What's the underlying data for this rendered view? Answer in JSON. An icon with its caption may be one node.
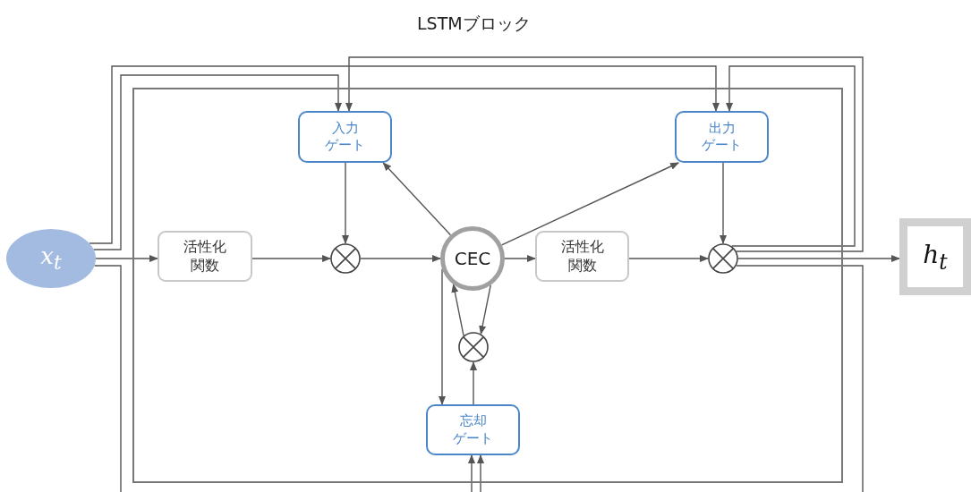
{
  "diagram": {
    "nodes": [
      {
        "text": [
          "LSTMブロック"
        ]
      },
      {
        "text": [
          "x$_{t}$"
        ]
      },
      {
        "text": [
          "活性化関数"
        ],
        "in": 0
      },
      {
        "text": [
          "入力ゲート"
        ],
        "in": 0
      },
      {
        "text": [],
        "shape": "circle",
        "in": 0
      },
      {
        "text": [
          "CEC"
        ],
        "in": 0
      },
      {
        "text": [
          "出力ゲート"
        ],
        "in": 0
      },
      {
        "text": [
          "活性化関数"
        ],
        "in": 0
      },
      {
        "text": [],
        "shape": "circle",
        "in": 0
      },
      {
        "text": [],
        "shape": "circle",
        "in": 0
      },
      {
        "text": [
          "忘却ゲート"
        ],
        "in": 0
      },
      {
        "text": [
          "h$_{t}$"
        ]
      }
    ],
    "edges": [
      {
        "from": 1,
        "to": 2,
        "arrow": "to"
      },
      {
        "from": 2,
        "to": 4,
        "arrow": "to"
      },
      {
        "from": 3,
        "to": 4,
        "arrow": "to"
      },
      {
        "from": 4,
        "to": 5,
        "arrow": "to"
      },
      {
        "from": 5,
        "to": 3,
        "arrow": "to"
      },
      {
        "from": 5,
        "to": 6,
        "arrow": "to"
      },
      {
        "from": 5,
        "to": 7,
        "arrow": "to"
      },
      {
        "from": 7,
        "to": 8,
        "arrow": "to"
      },
      {
        "from": 6,
        "to": 8,
        "arrow": "to"
      },
      {
        "from": 8,
        "to": 11,
        "arrow": "to"
      },
      {
        "from": 5,
        "to": 9,
        "arrow": "to"
      },
      {
        "from": 9,
        "to": 5,
        "arrow": "to"
      },
      {
        "from": 10,
        "to": 9,
        "arrow": "to"
      },
      {
        "from": 5,
        "to": 10,
        "arrow": "to"
      },
      {
        "from": 1,
        "to": 3,
        "arrow": "to"
      },
      {
        "from": 1,
        "to": 6,
        "arrow": "to"
      },
      {
        "from": 8,
        "to": 3,
        "arrow": "to"
      },
      {
        "from": 8,
        "to": 6,
        "arrow": "to"
      },
      {
        "from": 1,
        "to": 10,
        "arrow": "to"
      },
      {
        "from": 8,
        "to": 10,
        "arrow": "to"
      }
    ]
  }
}
